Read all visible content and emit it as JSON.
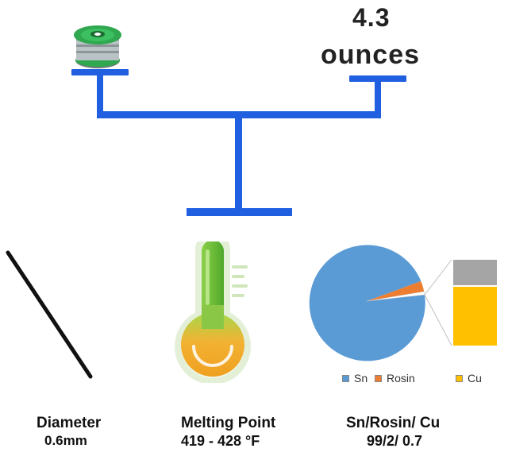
{
  "weight": {
    "value": "4.3",
    "unit": "ounces"
  },
  "specs": {
    "diameter": {
      "label": "Diameter",
      "value": "0.6mm"
    },
    "melting_point": {
      "label": "Melting Point",
      "value": "419 - 428 °F"
    },
    "composition": {
      "label": "Sn/Rosin/ Cu",
      "value": "99/2/ 0.7"
    }
  },
  "composition_chart": {
    "legend": [
      {
        "name": "Sn",
        "color": "#5b9bd5"
      },
      {
        "name": "Rosin",
        "color": "#ed7d31"
      },
      {
        "name": "Cu",
        "color": "#ffc000"
      }
    ],
    "breakout_colors": {
      "top": "#a5a5a5",
      "bottom": "#ffc000"
    }
  },
  "colors": {
    "scale": "#1f5fe0",
    "spool": "#2fa84f"
  },
  "icons": [
    "scale-icon",
    "solder-spool-icon",
    "wire-line-icon",
    "thermometer-icon",
    "pie-chart-icon"
  ]
}
